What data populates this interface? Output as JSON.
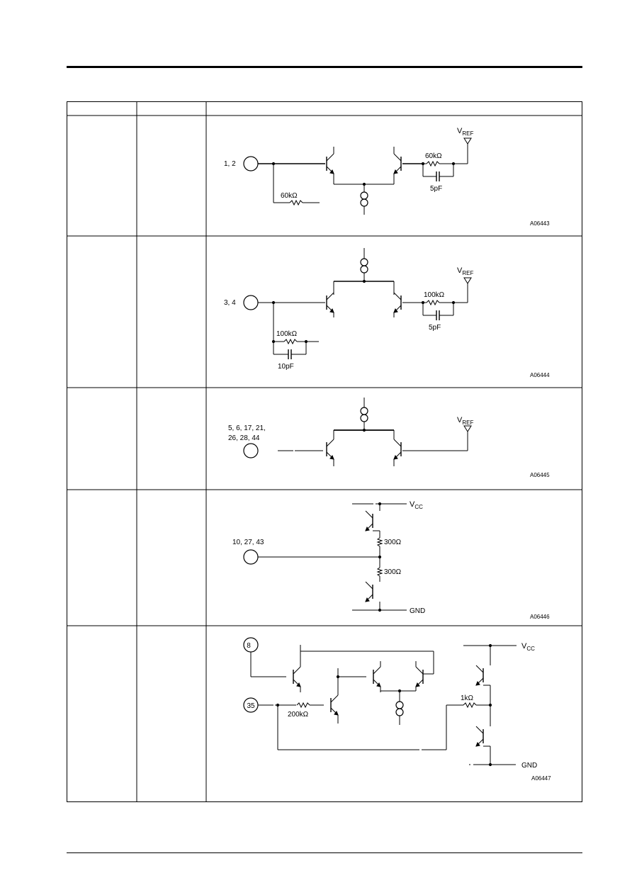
{
  "table": {
    "header": [
      "",
      "",
      ""
    ],
    "rows": [
      {
        "pins": "1, 2",
        "code": "A06443",
        "labels": {
          "r1": "60kΩ",
          "r2": "60kΩ",
          "c1": "5pF",
          "vref": "V",
          "vref_sub": "REF"
        }
      },
      {
        "pins": "3, 4",
        "code": "A06444",
        "labels": {
          "r1": "100kΩ",
          "c1": "10pF",
          "r2": "100kΩ",
          "c2": "5pF",
          "vref": "V",
          "vref_sub": "REF"
        }
      },
      {
        "pins_line1": "5, 6, 17, 21,",
        "pins_line2": "26, 28, 44",
        "code": "A06445",
        "labels": {
          "vref": "V",
          "vref_sub": "REF"
        }
      },
      {
        "pins": "10, 27, 43",
        "code": "A06446",
        "labels": {
          "vcc": "V",
          "vcc_sub": "CC",
          "r1": "300Ω",
          "r2": "300Ω",
          "gnd": "GND"
        }
      },
      {
        "pin_a": "8",
        "pin_b": "35",
        "code": "A06447",
        "labels": {
          "r1": "200kΩ",
          "r2": "1kΩ",
          "vcc": "V",
          "vcc_sub": "CC",
          "gnd": "GND"
        }
      }
    ]
  }
}
